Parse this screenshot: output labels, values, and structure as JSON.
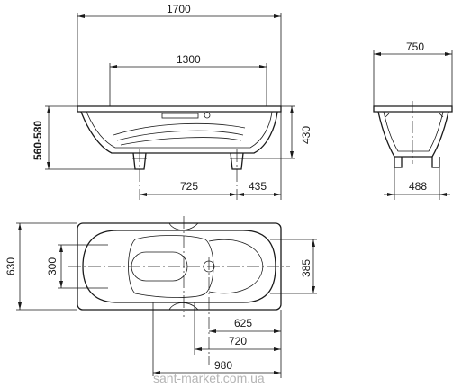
{
  "dimensions": {
    "overall_length": "1700",
    "inner_length": "1300",
    "overall_width": "750",
    "base_width": "488",
    "tub_depth": "430",
    "height_range": "560-580",
    "leg_spacing": "725",
    "leg_offset": "435",
    "overall_width_plan": "630",
    "inner_width_plan": "300",
    "drain_width": "385",
    "drain_from_end": "625",
    "overflow_from_end": "720",
    "leg_from_end": "980"
  },
  "watermark": "sant-market.com.ua",
  "colors": {
    "line": "#1a1a1a",
    "watermark": "#b5b5b5"
  }
}
